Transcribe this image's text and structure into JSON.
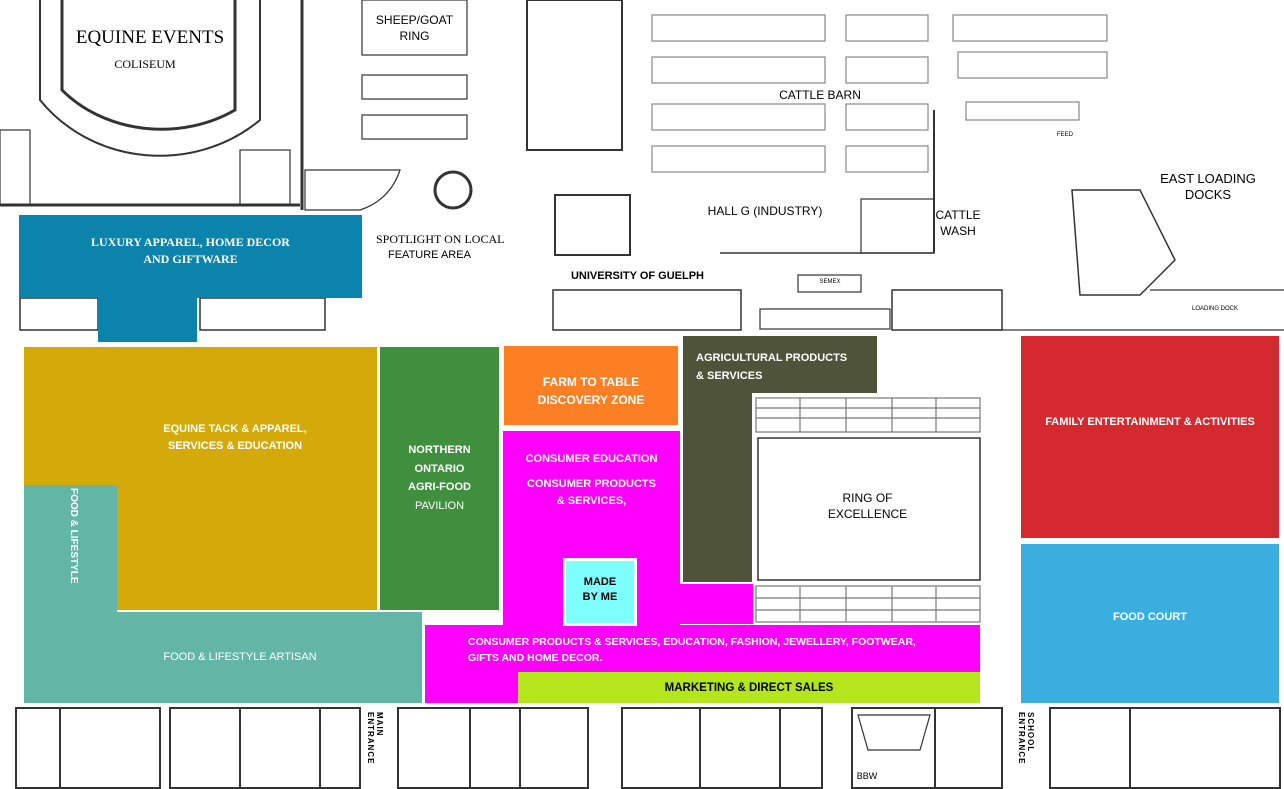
{
  "building_labels": {
    "equine_events": "EQUINE EVENTS",
    "coliseum": "COLISEUM",
    "sheep_goat_ring": [
      "SHEEP/GOAT",
      "RING"
    ],
    "cattle_barn": "CATTLE BARN",
    "east_loading_docks": [
      "EAST LOADING",
      "DOCKS"
    ],
    "hall_g": "HALL G (INDUSTRY)",
    "cattle_wash": [
      "CATTLE",
      "WASH"
    ],
    "spotlight": [
      "SPOTLIGHT ON LOCAL",
      "FEATURE AREA"
    ],
    "university": "UNIVERSITY OF GUELPH",
    "ring_of_excellence": [
      "RING OF",
      "EXCELLENCE"
    ],
    "main_entrance": "MAIN ENTRANCE",
    "school_entrance": "SCHOOL ENTRANCE",
    "semex": "SEMEX",
    "feed": "FEED",
    "loading_dock": "LOADING DOCK",
    "bbw": "BBW"
  },
  "zones": {
    "luxury": {
      "lines": [
        "LUXURY APPAREL, HOME  DECOR",
        "AND  GIFTWARE"
      ],
      "color": "#0b83ab"
    },
    "equine_tack": {
      "lines": [
        "EQUINE TACK & APPAREL,",
        "SERVICES & EDUCATION"
      ],
      "color": "#d4aa0a"
    },
    "food_lifestyle_vertical": {
      "label": "FOOD & LIFESTYLE",
      "color": "#63b5a6"
    },
    "food_lifestyle_artisan": {
      "label": "FOOD & LIFESTYLE ARTISAN",
      "color": "#63b5a6"
    },
    "northern_ontario": {
      "lines": [
        "NORTHERN",
        "ONTARIO",
        "AGRI-FOOD",
        "PAVILION"
      ],
      "color": "#3f8f3f"
    },
    "farm_to_table": {
      "lines": [
        "FARM TO TABLE",
        "DISCOVERY ZONE"
      ],
      "color": "#fd7f23"
    },
    "agricultural": {
      "lines": [
        "AGRICULTURAL PRODUCTS",
        "& SERVICES"
      ],
      "color": "#4f533a"
    },
    "consumer_upper": {
      "lines": [
        "CONSUMER EDUCATION",
        "CONSUMER PRODUCTS",
        "& SERVICES,"
      ],
      "color": "#ff00ff"
    },
    "made_by_me": {
      "lines": [
        "MADE",
        "BY ME"
      ],
      "color": "#80ffff"
    },
    "consumer_lower": {
      "lines": [
        "CONSUMER PRODUCTS & SERVICES, EDUCATION, FASHION, JEWELLERY, FOOTWEAR,",
        "GIFTS AND HOME DECOR."
      ],
      "color": "#ff00ff"
    },
    "marketing": {
      "label": "MARKETING & DIRECT SALES",
      "color": "#b5e61d"
    },
    "family_entertainment": {
      "label": "FAMILY ENTERTAINMENT & ACTIVITIES",
      "color": "#d42a2f"
    },
    "food_court": {
      "label": "FOOD COURT",
      "color": "#3aaede"
    }
  }
}
